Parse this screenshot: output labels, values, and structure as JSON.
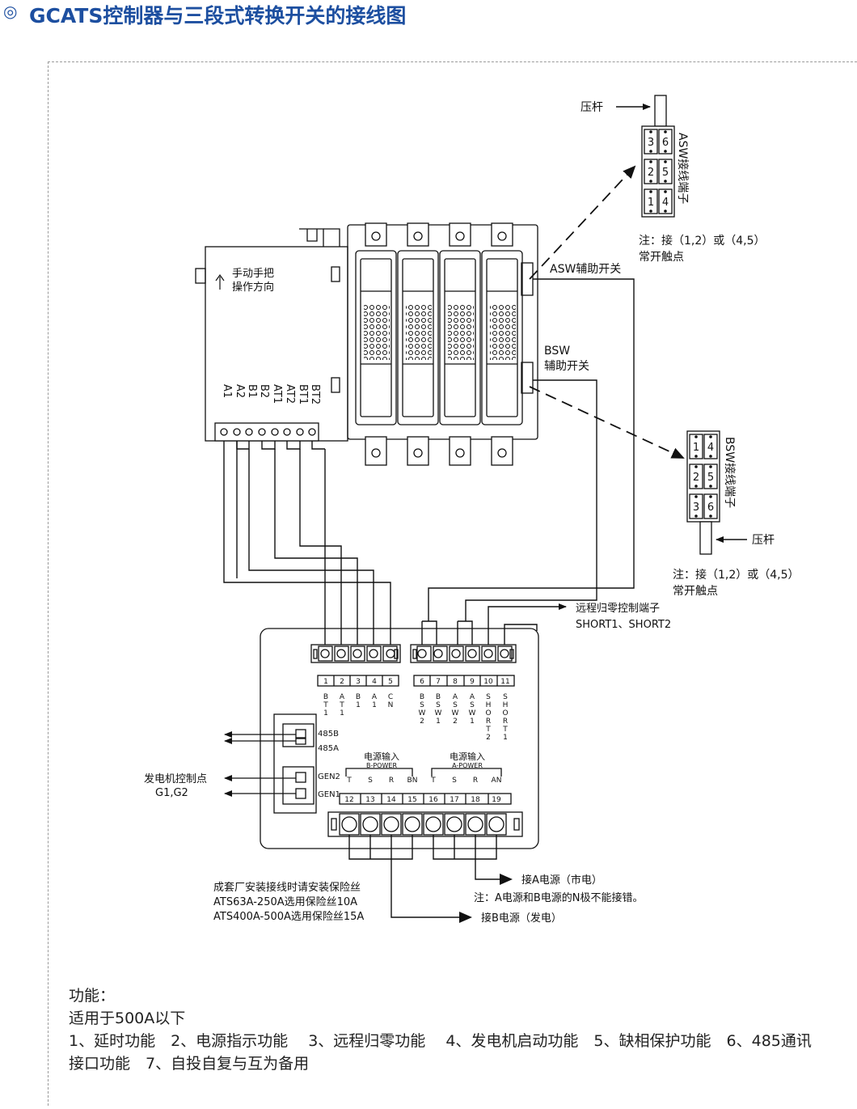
{
  "header": {
    "mark": "◎",
    "title": "GCATS控制器与三段式转换开关的接线图"
  },
  "switch_labels": {
    "handle_direction": [
      "手动手把",
      "操作方向"
    ],
    "asw_aux": "ASW辅助开关",
    "bsw_aux": [
      "BSW",
      "辅助开关"
    ],
    "switch_terminals": [
      "BT2",
      "BT1",
      "AT2",
      "AT1",
      "B2",
      "B1",
      "A2",
      "A1"
    ]
  },
  "asw_block": {
    "title": "ASW接线端子",
    "press_rod": "压杆",
    "left_column": [
      "3",
      "2",
      "1"
    ],
    "right_column": [
      "6",
      "5",
      "4"
    ],
    "note": [
      "注：接（1,2）或（4,5）",
      "常开触点"
    ]
  },
  "bsw_block": {
    "title": "BSW接线端子",
    "press_rod": "压杆",
    "left_column": [
      "1",
      "2",
      "3"
    ],
    "right_column": [
      "4",
      "5",
      "6"
    ],
    "note": [
      "注：接（1,2）或（4,5）",
      "常开触点"
    ]
  },
  "controller": {
    "remote_reset": "远程归零控制端子",
    "short_terminals": "SHORT1、SHORT2",
    "upper_terminals": [
      {
        "num": "1",
        "label": [
          "B",
          "T",
          "1"
        ]
      },
      {
        "num": "2",
        "label": [
          "A",
          "T",
          "1"
        ]
      },
      {
        "num": "3",
        "label": [
          "B",
          "1"
        ]
      },
      {
        "num": "4",
        "label": [
          "A",
          "1"
        ]
      },
      {
        "num": "5",
        "label": [
          "C",
          "N"
        ]
      },
      {
        "num": "6",
        "label": [
          "B",
          "S",
          "W",
          "2"
        ]
      },
      {
        "num": "7",
        "label": [
          "B",
          "S",
          "W",
          "1"
        ]
      },
      {
        "num": "8",
        "label": [
          "A",
          "S",
          "W",
          "2"
        ]
      },
      {
        "num": "9",
        "label": [
          "A",
          "S",
          "W",
          "1"
        ]
      },
      {
        "num": "10",
        "label": [
          "S",
          "H",
          "O",
          "R",
          "T",
          "2"
        ]
      },
      {
        "num": "11",
        "label": [
          "S",
          "H",
          "O",
          "R",
          "T",
          "1"
        ]
      }
    ],
    "port_485": [
      "485B",
      "485A"
    ],
    "gen_ports": [
      "GEN2",
      "GEN1"
    ],
    "gen_control": [
      "发电机控制点",
      "G1,G2"
    ],
    "power_b": {
      "title": "电源输入",
      "sub": "B-POWER"
    },
    "power_a": {
      "title": "电源输入",
      "sub": "A-POWER"
    },
    "lower_terminals": [
      {
        "num": "12",
        "label": "T"
      },
      {
        "num": "13",
        "label": "S"
      },
      {
        "num": "14",
        "label": "R"
      },
      {
        "num": "15",
        "label": "BN"
      },
      {
        "num": "16",
        "label": "T"
      },
      {
        "num": "17",
        "label": "S"
      },
      {
        "num": "18",
        "label": "R"
      },
      {
        "num": "19",
        "label": "AN"
      }
    ]
  },
  "power_notes": {
    "to_a": "接A电源（市电）",
    "n_warning": "注：A电源和B电源的N极不能接错。",
    "to_b": "接B电源（发电）",
    "fuse": [
      "成套厂安装接线时请安装保险丝",
      "ATS63A-250A选用保险丝10A",
      "ATS400A-500A选用保险丝15A"
    ]
  },
  "features": {
    "heading": "功能：",
    "scope": "适用于500A以下",
    "list_line1": "1、延时功能　2、电源指示功能　 3、远程归零功能　 4、发电机启动功能　5、缺相保护功能　6、485通讯",
    "list_line2": "接口功能　7、自投自复与互为备用"
  }
}
